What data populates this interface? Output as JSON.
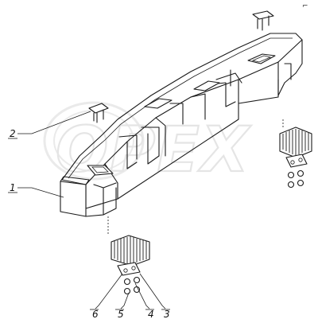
{
  "corner_mark": "⌐",
  "watermark": {
    "text": "OPEX",
    "color": "#d9d9d9"
  },
  "callouts": [
    {
      "id": "1",
      "label": "1"
    },
    {
      "id": "2",
      "label": "2"
    },
    {
      "id": "3",
      "label": "3"
    },
    {
      "id": "4",
      "label": "4"
    },
    {
      "id": "5",
      "label": "5"
    },
    {
      "id": "6",
      "label": "6"
    }
  ],
  "colors": {
    "line": "#1a1a1a",
    "background": "#ffffff"
  }
}
